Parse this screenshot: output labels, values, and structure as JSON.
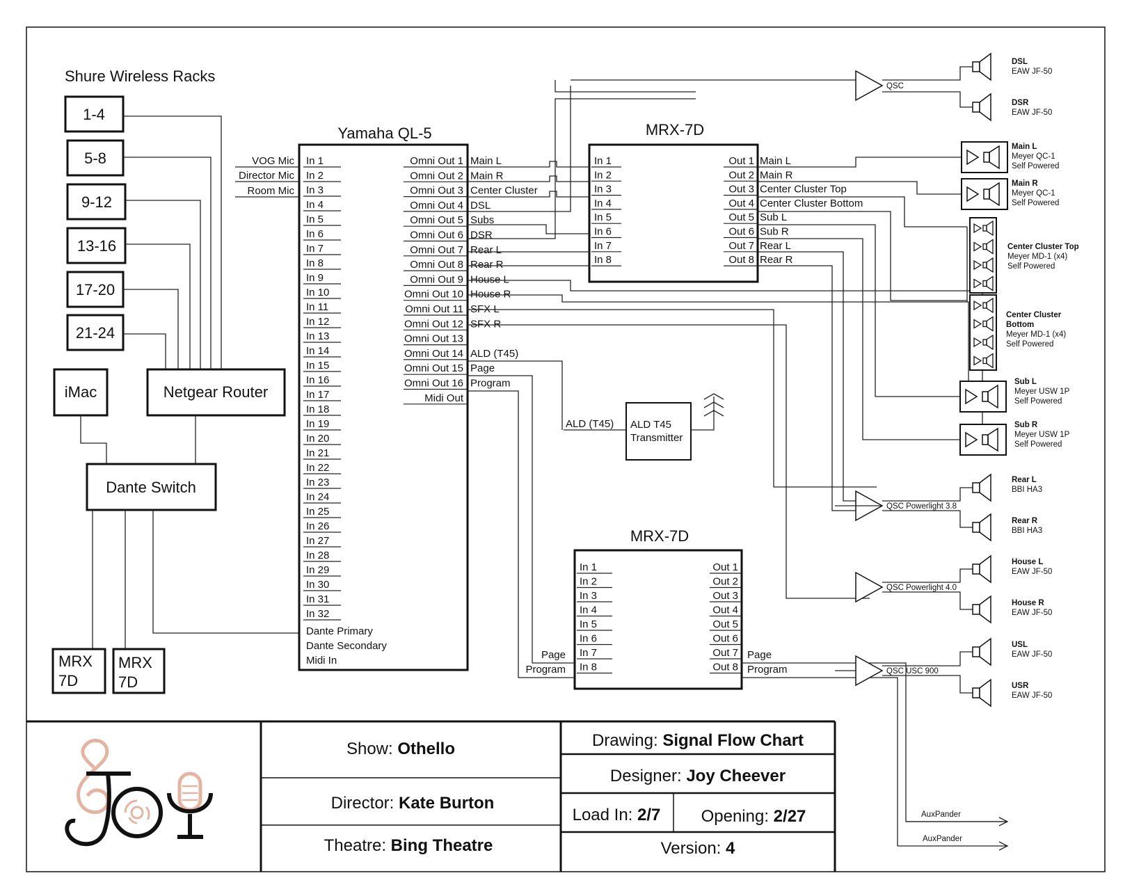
{
  "shure": {
    "title": "Shure Wireless Racks",
    "racks": [
      "1-4",
      "5-8",
      "9-12",
      "13-16",
      "17-20",
      "21-24"
    ]
  },
  "network": {
    "imac": "iMac",
    "router": "Netgear Router",
    "dante": "Dante Switch",
    "mrx_a": [
      "MRX",
      "7D"
    ],
    "mrx_b": [
      "MRX",
      "7D"
    ]
  },
  "console": {
    "title": "Yamaha QL-5",
    "inputs": [
      "In 1",
      "In 2",
      "In 3",
      "In 4",
      "In 5",
      "In 6",
      "In 7",
      "In 8",
      "In 9",
      "In 10",
      "In 11",
      "In 12",
      "In 13",
      "In 14",
      "In 15",
      "In 16",
      "In 17",
      "In 18",
      "In 19",
      "In 20",
      "In 21",
      "In 22",
      "In 23",
      "In 24",
      "In 25",
      "In 26",
      "In 27",
      "In 28",
      "In 29",
      "In 30",
      "In 31",
      "In 32"
    ],
    "extra_inputs": [
      "Dante Primary",
      "Dante Secondary",
      "Midi In"
    ],
    "input_sources": [
      "VOG Mic",
      "Director Mic",
      "Room Mic"
    ],
    "outputs": [
      "Omni Out 1",
      "Omni Out 2",
      "Omni Out 3",
      "Omni Out 4",
      "Omni Out 5",
      "Omni Out 6",
      "Omni Out 7",
      "Omni Out 8",
      "Omni Out 9",
      "Omni Out 10",
      "Omni Out 11",
      "Omni Out 12",
      "Omni Out 13",
      "Omni Out 14",
      "Omni Out 15",
      "Omni Out 16",
      "Midi Out"
    ],
    "output_names": [
      "Main L",
      "Main R",
      "Center Cluster",
      "DSL",
      "Subs",
      "DSR",
      "Rear L",
      "Rear R",
      "House L",
      "House R",
      "SFX L",
      "SFX R",
      "",
      "ALD (T45)",
      "Page",
      "Program"
    ]
  },
  "mrx1": {
    "title": "MRX-7D",
    "inputs": [
      "In 1",
      "In 2",
      "In 3",
      "In 4",
      "In 5",
      "In 6",
      "In 7",
      "In 8"
    ],
    "outputs": [
      "Out 1",
      "Out 2",
      "Out 3",
      "Out 4",
      "Out 5",
      "Out 6",
      "Out 7",
      "Out 8"
    ],
    "output_names": [
      "Main L",
      "Main R",
      "Center Cluster Top",
      "Center Cluster Bottom",
      "Sub L",
      "Sub R",
      "Rear L",
      "Rear R"
    ]
  },
  "mrx2": {
    "title": "MRX-7D",
    "inputs": [
      "In 1",
      "In 2",
      "In 3",
      "In 4",
      "In 5",
      "In 6",
      "In 7",
      "In 8"
    ],
    "outputs": [
      "Out 1",
      "Out 2",
      "Out 3",
      "Out 4",
      "Out 5",
      "Out 6",
      "Out 7",
      "Out 8"
    ],
    "input_labels": [
      "Page",
      "Program"
    ],
    "output_labels": [
      "Page",
      "Program"
    ]
  },
  "ald": {
    "line_label": "ALD (T45)",
    "box": [
      "ALD T45",
      "Transmitter"
    ]
  },
  "amps": [
    "QSC",
    "QSC Powerlight 3.8",
    "QSC Powerlight 4.0",
    "QSC USC 900"
  ],
  "aux": [
    "AuxPander",
    "AuxPander"
  ],
  "speakers": [
    {
      "name": "DSL",
      "model": "EAW JF-50",
      "note": ""
    },
    {
      "name": "DSR",
      "model": "EAW JF-50",
      "note": ""
    },
    {
      "name": "Main L",
      "model": "Meyer QC-1",
      "note": "Self Powered"
    },
    {
      "name": "Main R",
      "model": "Meyer QC-1",
      "note": "Self Powered"
    },
    {
      "name": "Center Cluster Top",
      "model": "Meyer MD-1 (x4)",
      "note": "Self Powered"
    },
    {
      "name": "Center Cluster",
      "name2": "Bottom",
      "model": "Meyer MD-1 (x4)",
      "note": "Self Powered"
    },
    {
      "name": "Sub L",
      "model": "Meyer USW 1P",
      "note": "Self Powered"
    },
    {
      "name": "Sub R",
      "model": "Meyer USW 1P",
      "note": "Self Powered"
    },
    {
      "name": "Rear L",
      "model": "BBI HA3",
      "note": ""
    },
    {
      "name": "Rear R",
      "model": "BBI HA3",
      "note": ""
    },
    {
      "name": "House L",
      "model": "EAW JF-50",
      "note": ""
    },
    {
      "name": "House R",
      "model": "EAW JF-50",
      "note": ""
    },
    {
      "name": "USL",
      "model": "EAW JF-50",
      "note": ""
    },
    {
      "name": "USR",
      "model": "EAW JF-50",
      "note": ""
    }
  ],
  "titleblock": {
    "show_label": "Show: ",
    "show": "Othello",
    "director_label": "Director: ",
    "director": "Kate Burton",
    "theatre_label": "Theatre: ",
    "theatre": "Bing Theatre",
    "drawing_label": "Drawing: ",
    "drawing": "Signal Flow Chart",
    "designer_label": "Designer: ",
    "designer": "Joy Cheever",
    "loadin_label": "Load In: ",
    "loadin": "2/7",
    "opening_label": "Opening: ",
    "opening": "2/27",
    "version_label": "Version: ",
    "version": "4"
  },
  "colors": {
    "logo_accent": "#e4b4a2",
    "ink": "#111111"
  }
}
